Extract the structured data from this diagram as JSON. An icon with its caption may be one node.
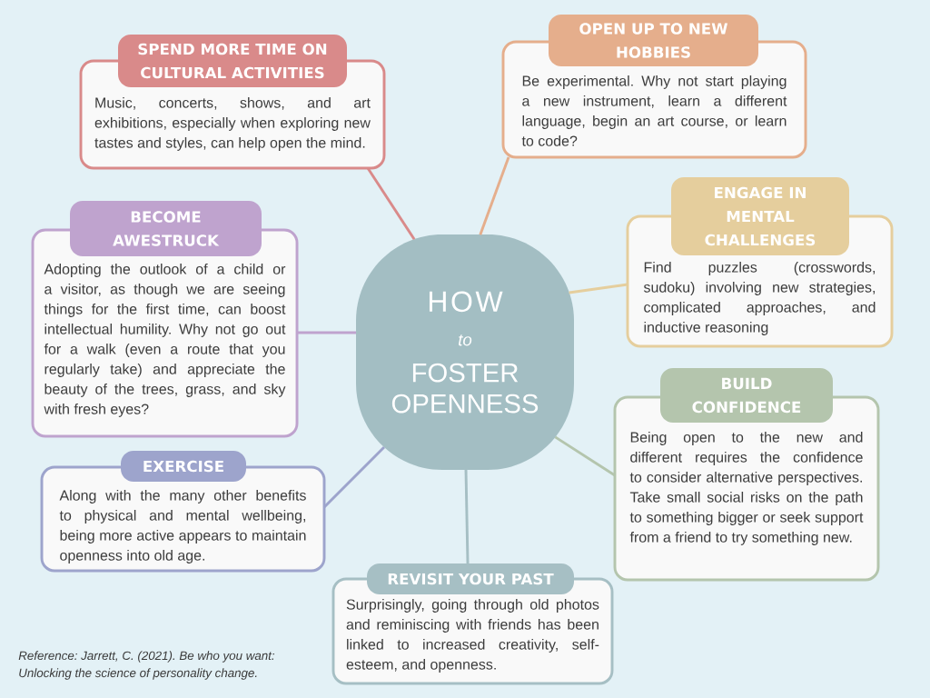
{
  "diagram": {
    "nodes": [
      {
        "text": [
          "HOW",
          "to",
          "FOSTER OPENNESS"
        ]
      },
      {
        "text": [
          "SPEND MORE TIME ON CULTURAL ACTIVITIES",
          "Music, concerts, shows, and art exhibitions, especially when exploring new tastes and styles, can help open the mind."
        ]
      },
      {
        "text": [
          "OPEN UP TO NEW HOBBIES",
          "Be experimental. Why not start playing a new instrument, learn a different language, begin an art course, or learn to code?"
        ]
      },
      {
        "text": [
          "BECOME AWESTRUCK",
          "Adopting the outlook of a child or a visitor, as though we are seeing things for the first time, can boost intellectual humility. Why not go out for a walk (even a route that you regularly take) and appreciate the beauty of the trees, grass, and sky with fresh eyes?"
        ]
      },
      {
        "text": [
          "ENGAGE IN MENTAL CHALLENGES",
          "Find puzzles (crosswords, sudoku) involving new strategies, complicated approaches, and inductive reasoning"
        ]
      },
      {
        "text": [
          "EXERCISE",
          "Along with the many other benefits to physical and mental wellbeing, being more active appears to maintain openness into old age."
        ]
      },
      {
        "text": [
          "BUILD CONFIDENCE",
          "Being open to the new and different requires the confidence to consider alternative perspectives. Take small social risks on the path to something bigger or seek support from a friend to try something new."
        ]
      },
      {
        "text": [
          "REVISIT YOUR PAST",
          "Surprisingly, going through old photos and reminiscing with friends has been linked to increased creativity, self-esteem, and openness."
        ]
      }
    ],
    "edges": [
      {
        "from": 0,
        "to": 1,
        "arrow": "none",
        "color": "#d98a8a"
      },
      {
        "from": 0,
        "to": 2,
        "arrow": "none",
        "color": "#e5ae8c"
      },
      {
        "from": 0,
        "to": 3,
        "arrow": "none",
        "color": "#bfa3ce"
      },
      {
        "from": 0,
        "to": 4,
        "arrow": "none",
        "color": "#e5ce9d"
      },
      {
        "from": 0,
        "to": 5,
        "arrow": "none",
        "color": "#9da4cc"
      },
      {
        "from": 0,
        "to": 6,
        "arrow": "none",
        "color": "#b4c5ad"
      },
      {
        "from": 0,
        "to": 7,
        "arrow": "none",
        "color": "#a6bfc4"
      }
    ],
    "labels": [
      "Reference: Jarrett, C. (2021). Be who you want: Unlocking the science of personality change."
    ]
  }
}
